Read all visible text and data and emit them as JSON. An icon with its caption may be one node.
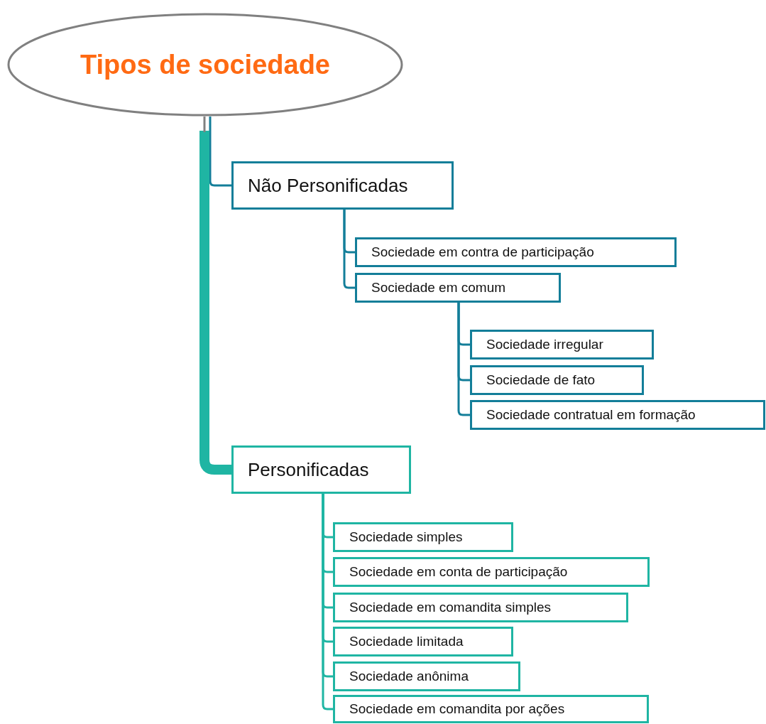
{
  "diagram": {
    "nodes": [
      {
        "text": [
          "Tipos de sociedade"
        ]
      },
      {
        "text": [
          "Não Personificadas"
        ]
      },
      {
        "text": [
          "Sociedade em contra de participação"
        ]
      },
      {
        "text": [
          "Sociedade em comum"
        ]
      },
      {
        "text": [
          "Sociedade irregular"
        ]
      },
      {
        "text": [
          "Sociedade de fato"
        ]
      },
      {
        "text": [
          "Sociedade contratual em formação"
        ]
      },
      {
        "text": [
          "Personificadas"
        ]
      },
      {
        "text": [
          "Sociedade simples"
        ]
      },
      {
        "text": [
          "Sociedade em conta de participação"
        ]
      },
      {
        "text": [
          "Sociedade em comandita simples"
        ]
      },
      {
        "text": [
          "Sociedade limitada"
        ]
      },
      {
        "text": [
          "Sociedade anônima"
        ]
      },
      {
        "text": [
          "Sociedade em comandita por ações"
        ]
      }
    ],
    "edges": [
      {
        "from": 0,
        "to": 1,
        "arrow": "none",
        "color": "#137e99"
      },
      {
        "from": 1,
        "to": 2,
        "arrow": "none",
        "color": "#137e99"
      },
      {
        "from": 1,
        "to": 3,
        "arrow": "none",
        "color": "#137e99"
      },
      {
        "from": 3,
        "to": 4,
        "arrow": "none",
        "color": "#137e99"
      },
      {
        "from": 3,
        "to": 5,
        "arrow": "none",
        "color": "#137e99"
      },
      {
        "from": 3,
        "to": 6,
        "arrow": "none",
        "color": "#137e99"
      },
      {
        "from": 0,
        "to": 7,
        "arrow": "none",
        "style": "thick"
      },
      {
        "from": 7,
        "to": 8,
        "arrow": "none"
      },
      {
        "from": 7,
        "to": 9,
        "arrow": "none"
      },
      {
        "from": 7,
        "to": 10,
        "arrow": "none"
      },
      {
        "from": 7,
        "to": 11,
        "arrow": "none"
      },
      {
        "from": 7,
        "to": 12,
        "arrow": "none"
      },
      {
        "from": 7,
        "to": 13,
        "arrow": "none"
      }
    ]
  }
}
